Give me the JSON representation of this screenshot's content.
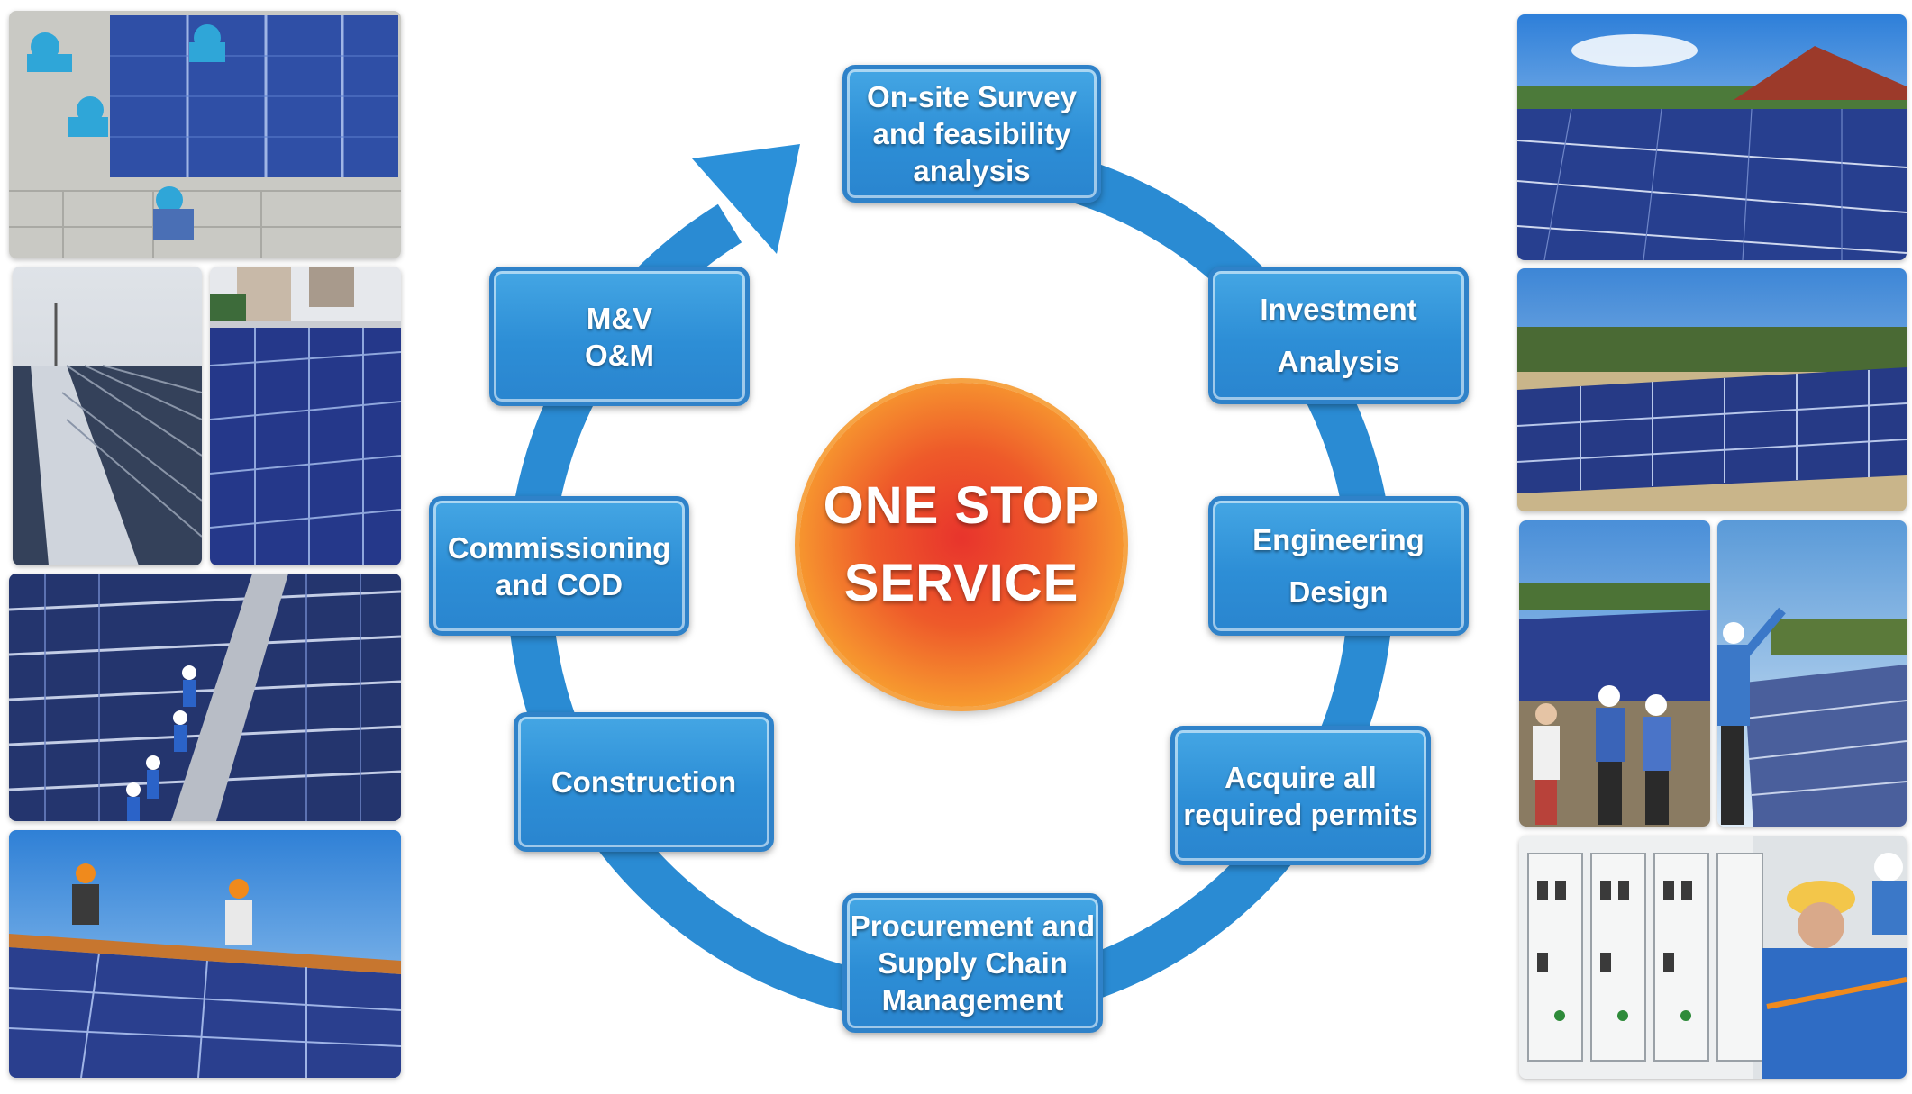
{
  "center": {
    "line1": "ONE STOP",
    "line2": "SERVICE"
  },
  "steps": [
    {
      "id": "survey",
      "lines": [
        "On-site Survey",
        "and feasibility",
        "analysis"
      ]
    },
    {
      "id": "investment",
      "lines": [
        "Investment",
        "Analysis"
      ]
    },
    {
      "id": "engineering",
      "lines": [
        "Engineering",
        "Design"
      ]
    },
    {
      "id": "permits",
      "lines": [
        "Acquire all",
        "required permits"
      ]
    },
    {
      "id": "procurement",
      "lines": [
        "Procurement and",
        "Supply Chain",
        "Management"
      ]
    },
    {
      "id": "construction",
      "lines": [
        "Construction"
      ]
    },
    {
      "id": "commissioning",
      "lines": [
        "Commissioning",
        "and COD"
      ]
    },
    {
      "id": "mv-om",
      "lines": [
        "M&V",
        "O&M"
      ]
    }
  ],
  "colors": {
    "ring": "#2a8bd3",
    "box_fill": "#3a9ddf",
    "box_border": "#2f82c9",
    "hub_core": "#e8342c",
    "hub_edge": "#fbc04a"
  },
  "photos": [
    {
      "name": "rooftop-installers-photo"
    },
    {
      "name": "factory-roof-panels-photo"
    },
    {
      "name": "tilted-panels-building-photo"
    },
    {
      "name": "workers-on-roof-walkway-photo"
    },
    {
      "name": "installers-with-helmets-photo"
    },
    {
      "name": "panels-with-red-roof-photo"
    },
    {
      "name": "ground-mounted-array-photo"
    },
    {
      "name": "engineers-inspecting-site-photo"
    },
    {
      "name": "engineer-pointing-photo"
    },
    {
      "name": "electrical-cabinet-technician-photo"
    }
  ]
}
